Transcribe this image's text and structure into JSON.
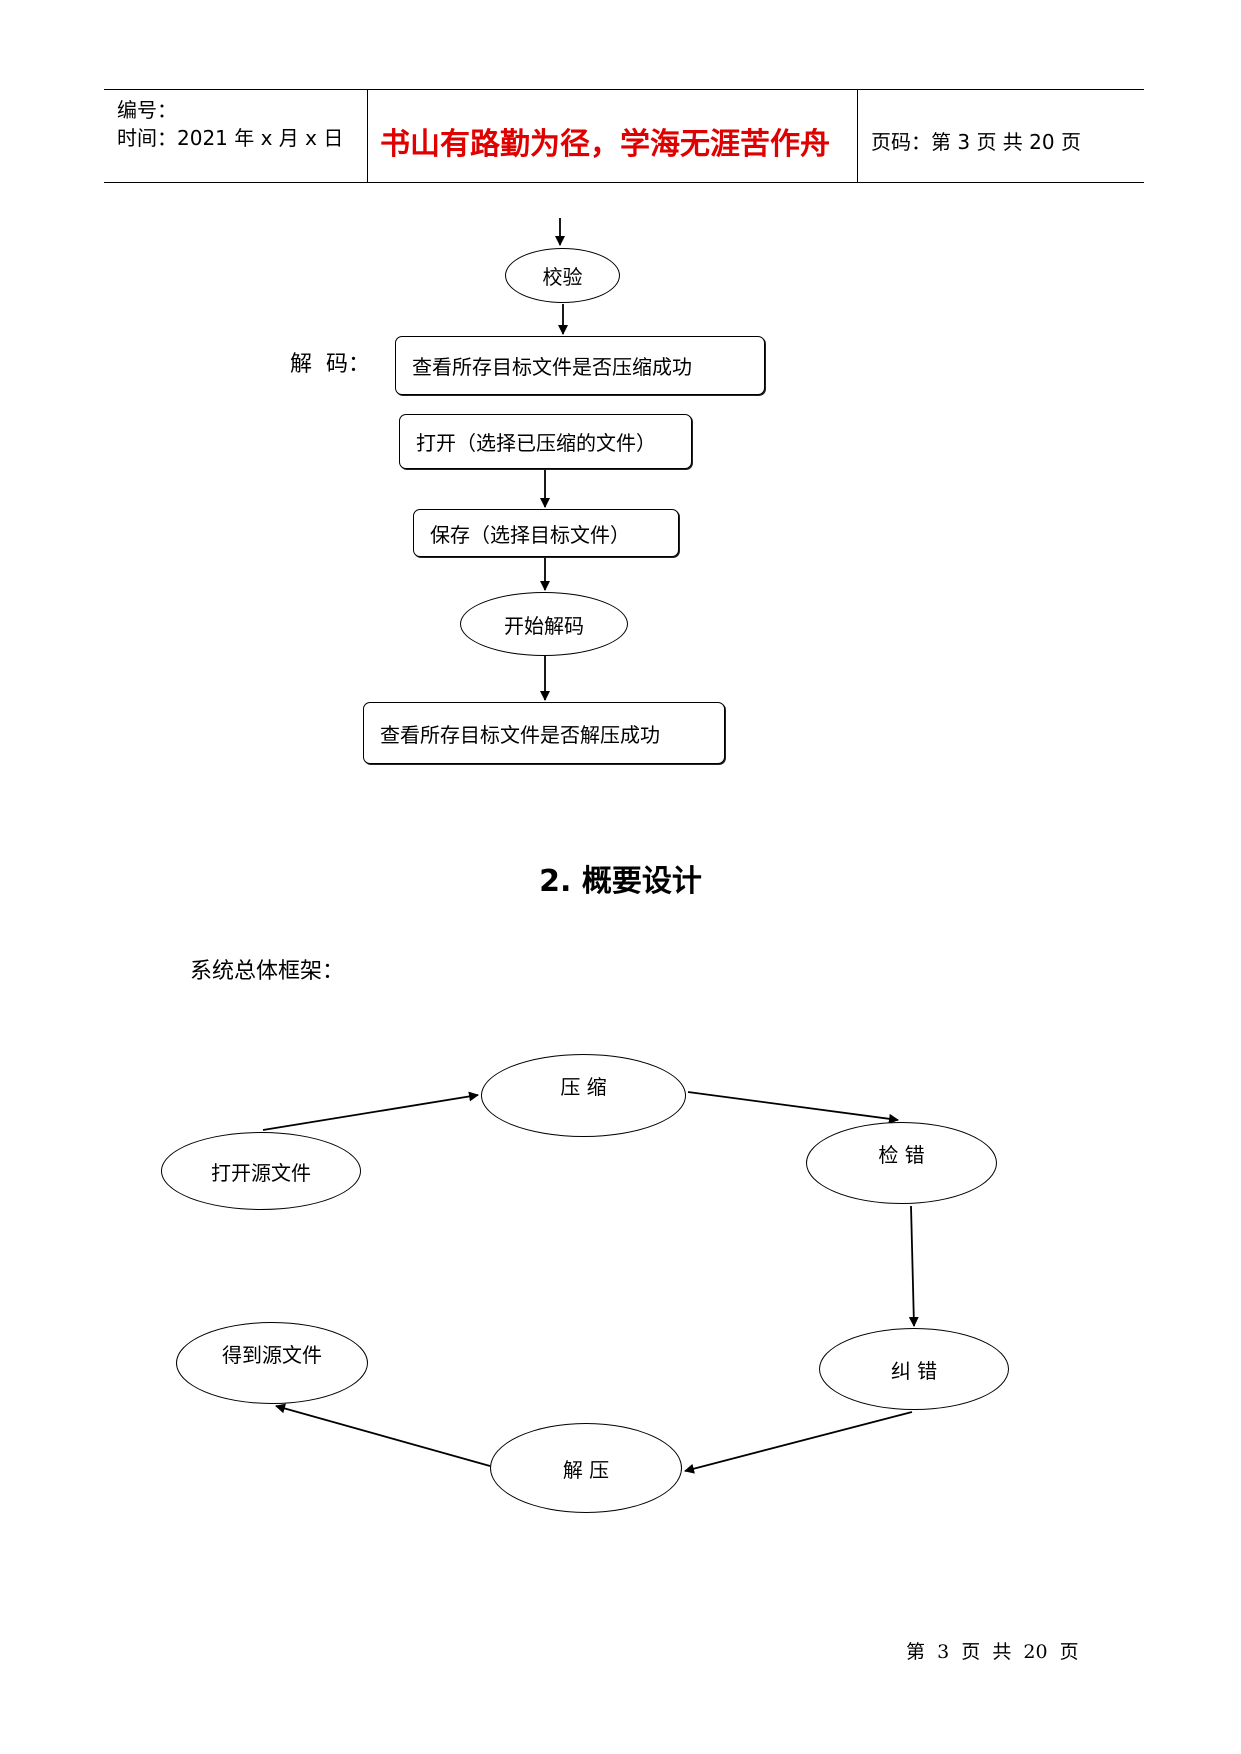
{
  "header": {
    "number_label": "编号：",
    "time_label": "时间：2021 年 x 月 x 日",
    "motto": "书山有路勤为径，学海无涯苦作舟",
    "page_info": "页码：第 3 页  共 20 页"
  },
  "flowchart1": {
    "verify": "校验",
    "decode_label": "解  码：",
    "check_compress": "查看所存目标文件是否压缩成功",
    "open": "打开（选择已压缩的文件）",
    "save": "保存（选择目标文件）",
    "start_decode": "开始解码",
    "check_decompress": "查看所存目标文件是否解压成功"
  },
  "section": {
    "title": "2. 概要设计",
    "framework_label": "系统总体框架："
  },
  "flowchart2": {
    "open_source": "打开源文件",
    "compress": "压    缩",
    "check_error": "检      错",
    "correct_error": "纠    错",
    "decompress": "解    压",
    "get_source": "得到源文件"
  },
  "footer": {
    "page": "第  3  页  共  20  页"
  }
}
